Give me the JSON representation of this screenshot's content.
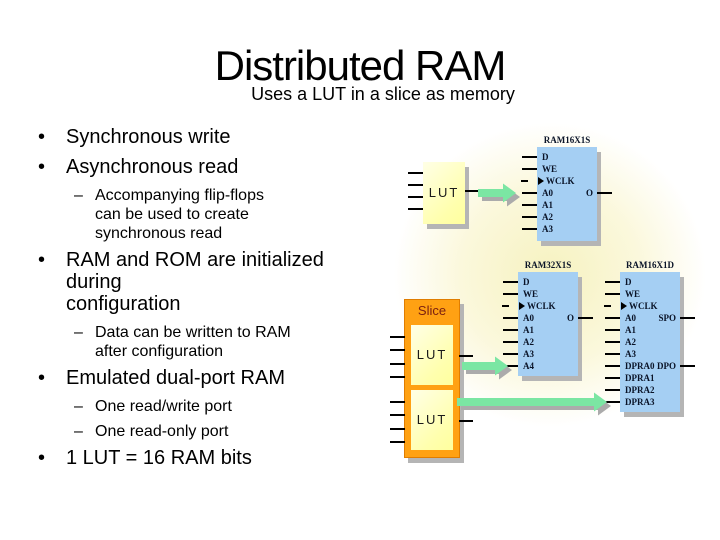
{
  "title": "Distributed RAM",
  "subtitle": "Uses a LUT in a slice as memory",
  "bullet_markers": {
    "level1": "•",
    "level2": "–"
  },
  "bullets": [
    {
      "level": 1,
      "lines": [
        "Synchronous write"
      ]
    },
    {
      "level": 1,
      "lines": [
        "Asynchronous read"
      ]
    },
    {
      "level": 2,
      "lines": [
        "Accompanying flip-flops",
        "can be used to create",
        "synchronous read"
      ]
    },
    {
      "level": 1,
      "lines": [
        "RAM and ROM are initialized",
        "during",
        "configuration"
      ]
    },
    {
      "level": 2,
      "lines": [
        "Data can be written to RAM",
        "after configuration"
      ]
    },
    {
      "level": 1,
      "lines": [
        "Emulated dual-port RAM"
      ]
    },
    {
      "level": 2,
      "lines": [
        "One read/write port"
      ]
    },
    {
      "level": 2,
      "lines": [
        "One read-only port"
      ]
    },
    {
      "level": 1,
      "lines": [
        "1 LUT = 16 RAM bits"
      ]
    }
  ],
  "diagram": {
    "lut_label": "LUT",
    "slice_label": "Slice",
    "ram_blocks": [
      {
        "name": "RAM16X1S",
        "ports": [
          {
            "pin": "D"
          },
          {
            "pin": "WE"
          },
          {
            "pin": "WCLK",
            "clock": true
          },
          {
            "pin": "A0",
            "out": "O"
          },
          {
            "pin": "A1"
          },
          {
            "pin": "A2"
          },
          {
            "pin": "A3"
          }
        ]
      },
      {
        "name": "RAM32X1S",
        "ports": [
          {
            "pin": "D"
          },
          {
            "pin": "WE"
          },
          {
            "pin": "WCLK",
            "clock": true
          },
          {
            "pin": "A0",
            "out": "O"
          },
          {
            "pin": "A1"
          },
          {
            "pin": "A2"
          },
          {
            "pin": "A3"
          },
          {
            "pin": "A4"
          }
        ]
      },
      {
        "name": "RAM16X1D",
        "ports": [
          {
            "pin": "D"
          },
          {
            "pin": "WE"
          },
          {
            "pin": "WCLK",
            "clock": true
          },
          {
            "pin": "A0",
            "out": "SPO"
          },
          {
            "pin": "A1"
          },
          {
            "pin": "A2"
          },
          {
            "pin": "A3"
          },
          {
            "pin": "DPRA0",
            "out": "DPO"
          },
          {
            "pin": "DPRA1"
          },
          {
            "pin": "DPRA2"
          },
          {
            "pin": "DPRA3"
          }
        ]
      }
    ],
    "colors": {
      "ram_fill": "#a5cff3",
      "lut_fill": "#ffffae",
      "slice_fill": "#ffa113",
      "slice_text": "#7a1f10",
      "arrow_green": "#7be6a3",
      "shadow_gray": "#b5b5b5"
    }
  }
}
